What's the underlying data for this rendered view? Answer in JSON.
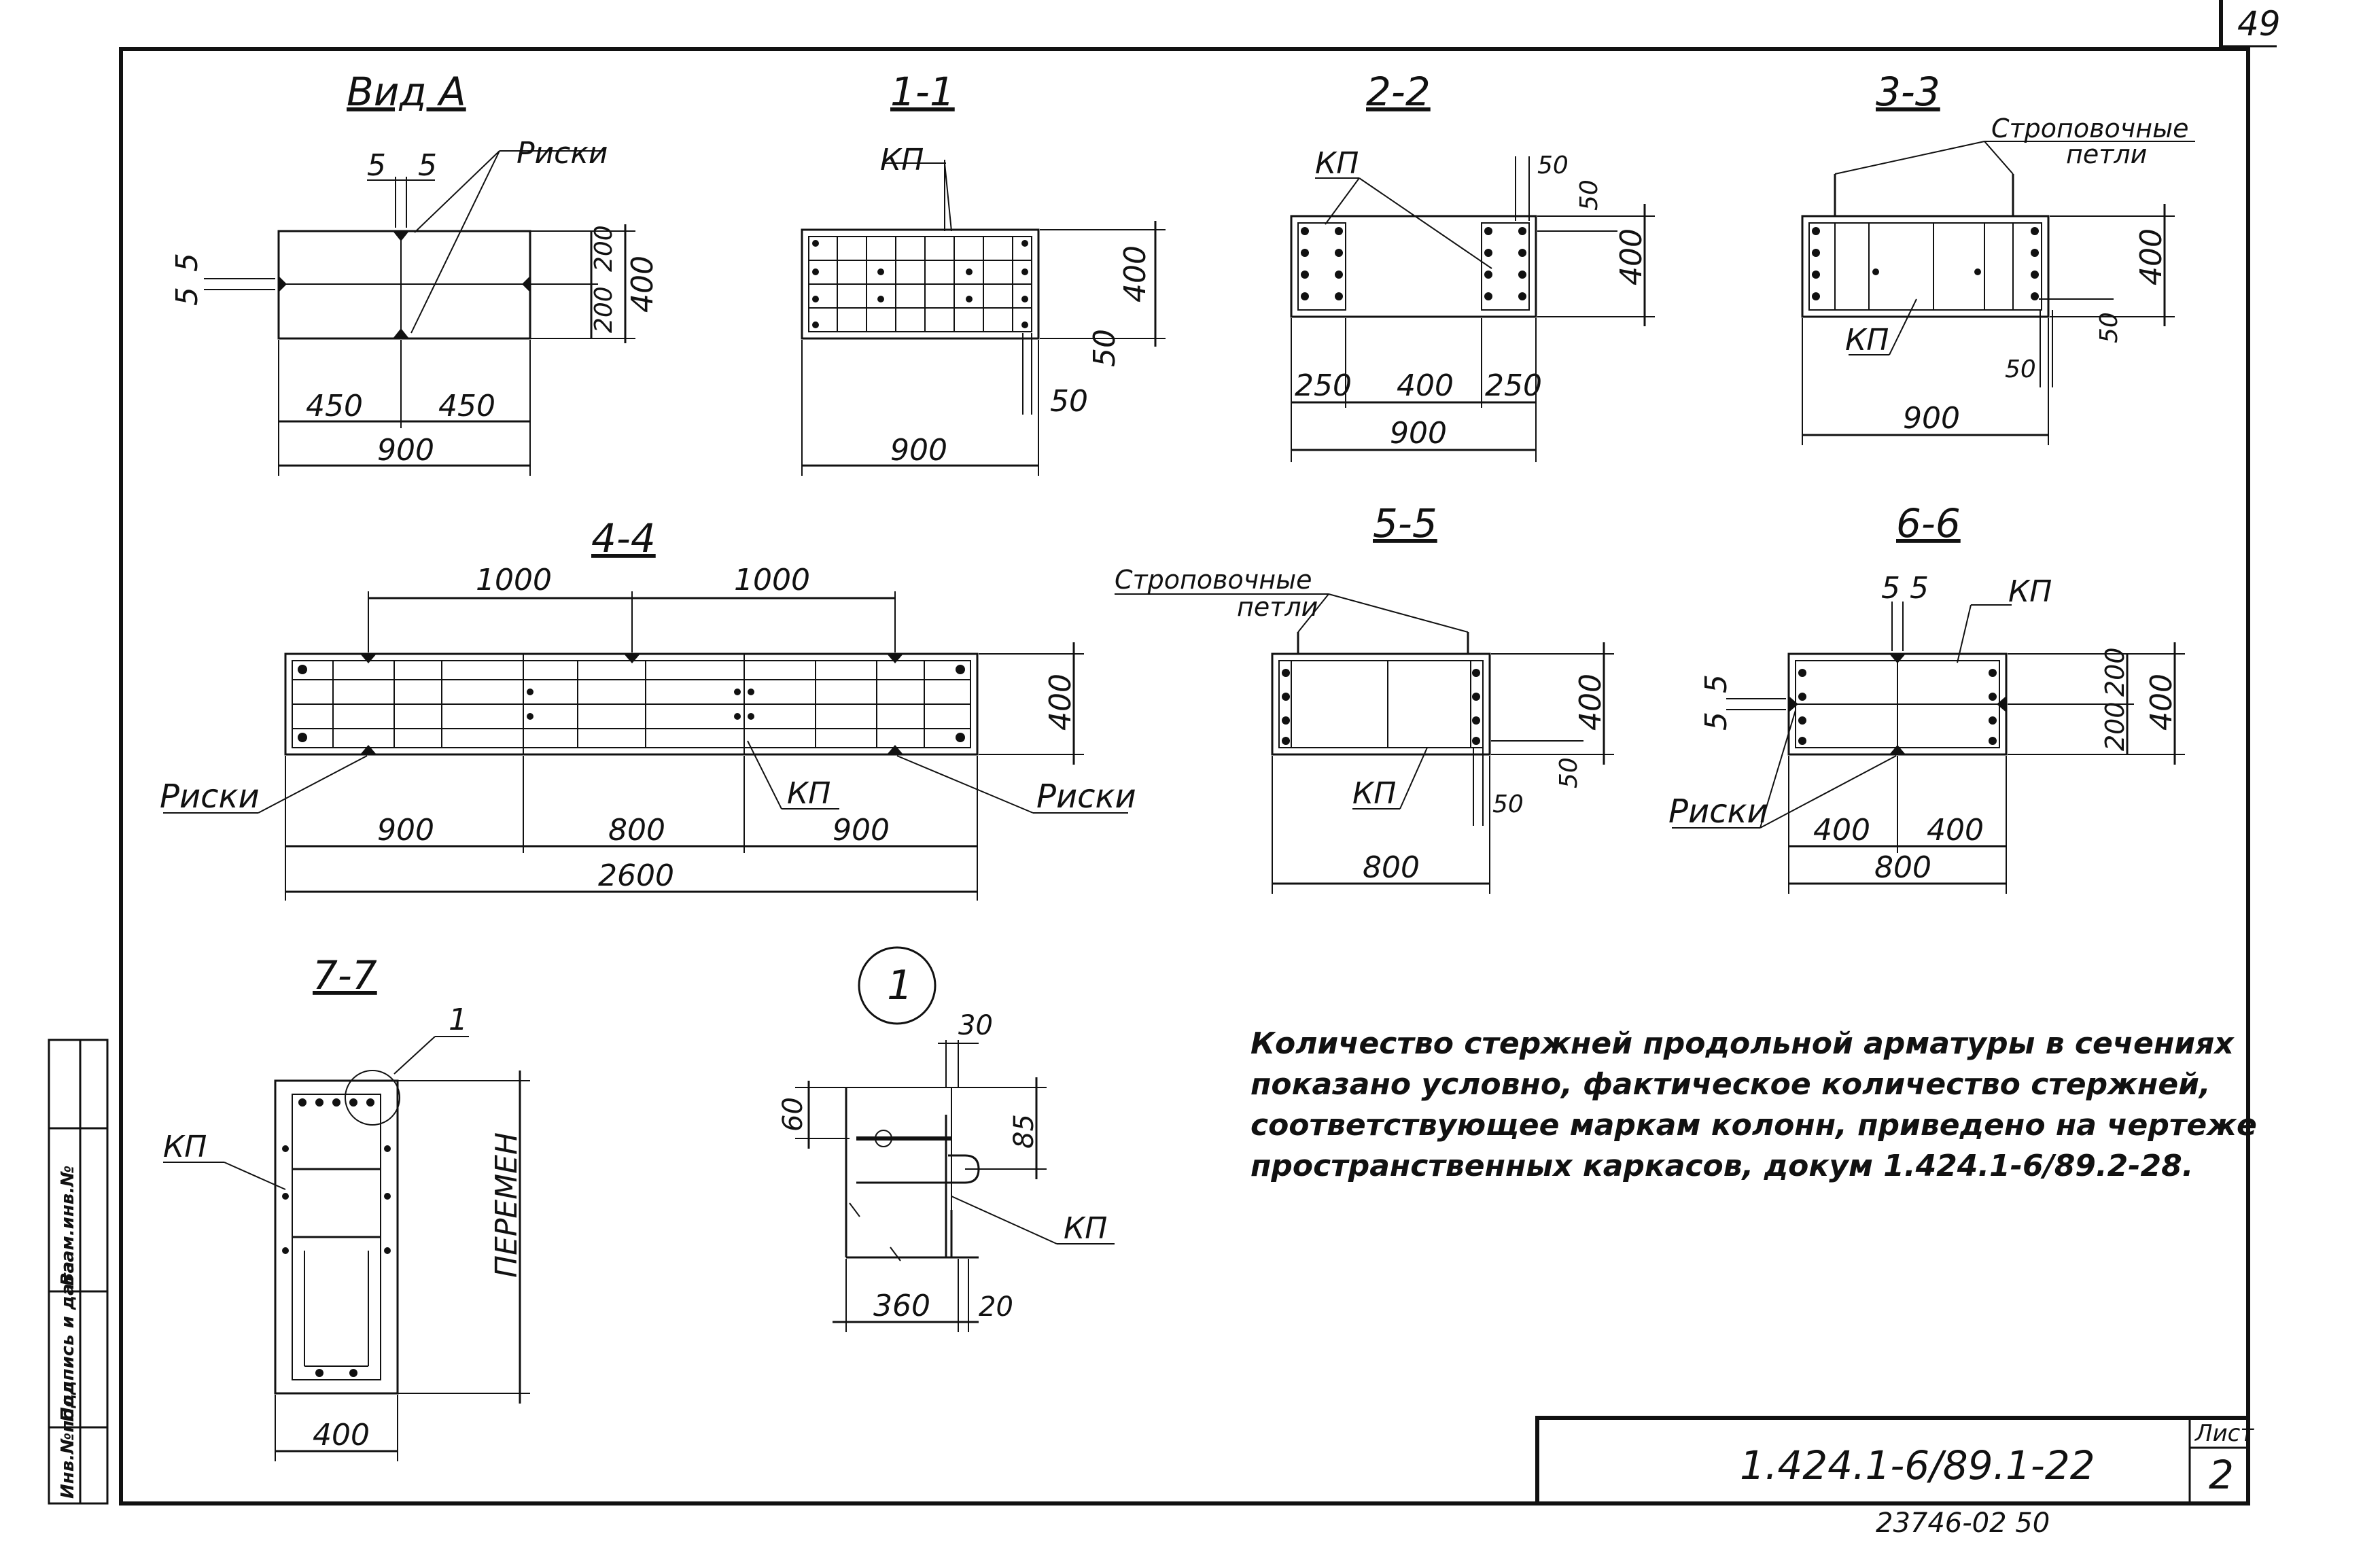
{
  "sheet": {
    "page_number": "49",
    "code": "1.424.1-6/89.1-22",
    "list_label": "Лист",
    "list_number": "2",
    "bottom_number": "23746-02 50",
    "stamp_labels": [
      "Инв.№подл",
      "Подпись и дата",
      "Взам.инв.№"
    ]
  },
  "views": {
    "vid_a": {
      "title": "Вид А",
      "leader": "Риски",
      "dims": {
        "w_left": "450",
        "w_right": "450",
        "w_total": "900",
        "h_top": "200",
        "h_bot": "200",
        "h_total": "400",
        "mark_a": "5",
        "mark_b": "5",
        "side_a": "5",
        "side_b": "5"
      }
    },
    "s1": {
      "title": "1-1",
      "leader": "КП",
      "dims": {
        "h": "400",
        "cover_top": "50",
        "cover_bot": "50",
        "w": "900"
      }
    },
    "s2": {
      "title": "2-2",
      "leader": "КП",
      "dims": {
        "h": "400",
        "c1": "50",
        "c2": "50",
        "w1": "250",
        "w2": "400",
        "w3": "250",
        "w": "900"
      }
    },
    "s3": {
      "title": "3-3",
      "leader1": "Строповочные",
      "leader2": "петли",
      "leader3": "КП",
      "dims": {
        "h": "400",
        "c1": "50",
        "c2": "50",
        "w": "900"
      }
    },
    "s4": {
      "title": "4-4",
      "leader_left": "Риски",
      "leader_right": "Риски",
      "leader_kp": "КП",
      "dims": {
        "top_a": "1000",
        "top_b": "1000",
        "h": "400",
        "w1": "900",
        "w2": "800",
        "w3": "900",
        "w": "2600"
      }
    },
    "s5": {
      "title": "5-5",
      "leader1": "Строповочные",
      "leader2": "петли",
      "leader3": "КП",
      "dims": {
        "h": "400",
        "c1": "50",
        "c2": "50",
        "w": "800"
      }
    },
    "s6": {
      "title": "6-6",
      "leader_kp": "КП",
      "leader_riski": "Риски",
      "dims": {
        "m1": "5",
        "m2": "5",
        "side_a": "5",
        "side_b": "5",
        "h_top": "200",
        "h_bot": "200",
        "h": "400",
        "w1": "400",
        "w2": "400",
        "w": "800"
      }
    },
    "s7": {
      "title": "7-7",
      "leader_kp": "КП",
      "callout": "1",
      "dims": {
        "h": "ПЕРЕМЕН",
        "w": "400"
      }
    },
    "detail": {
      "number": "1",
      "leader_kp": "КП",
      "dims": {
        "top": "30",
        "left": "60",
        "right": "85",
        "bottom": "360",
        "small": "20"
      }
    }
  },
  "note": {
    "lines": [
      "Количество стержней продольной арматуры в сечениях",
      "показано условно, фактическое количество стержней,",
      "соответствующее маркам колонн, приведено на чертеже",
      "пространственных каркасов, докум 1.424.1-6/89.2-28."
    ]
  }
}
